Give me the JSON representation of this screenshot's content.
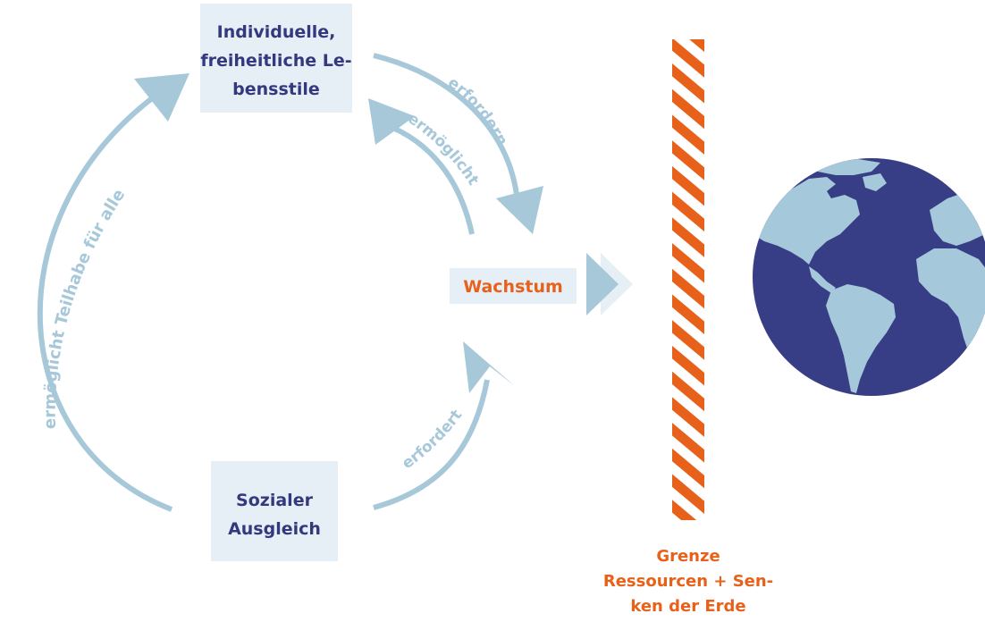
{
  "boxes": {
    "lifestyles": {
      "line1": "Individuelle,",
      "line2": "freiheitliche Le-",
      "line3": "bensstile"
    },
    "growth": {
      "label": "Wachstum"
    },
    "social": {
      "line1": "Sozialer",
      "line2": "Ausgleich"
    }
  },
  "arrows": {
    "left": "ermöglicht Teilhabe für alle",
    "erfordern": "erfordern",
    "ermoeglicht": "ermöglicht",
    "erfordert": "erfordert"
  },
  "boundary": {
    "line1": "Grenze",
    "line2": "Ressourcen + Sen-",
    "line3": "ken der Erde"
  },
  "colors": {
    "box_fill": "#e6eef6",
    "box_text": "#34397d",
    "arrow": "#a6c8d9",
    "arrow_text": "#a6c8d9",
    "accent": "#e8611a",
    "globe_ocean": "#383e86",
    "globe_land": "#a5c8da"
  },
  "icons": {
    "globe": "earth-globe-icon"
  }
}
